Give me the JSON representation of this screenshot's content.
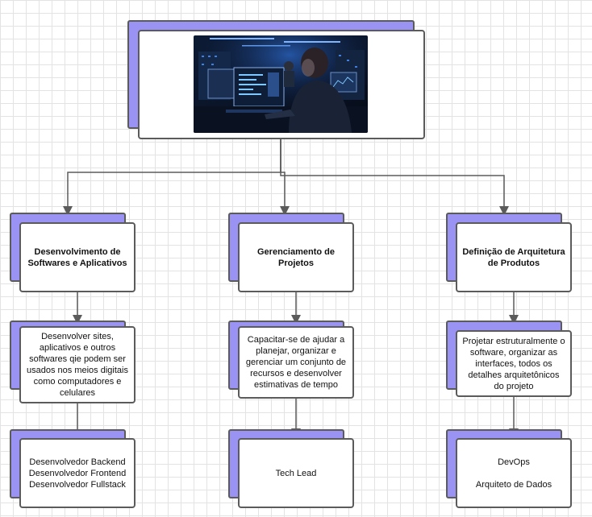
{
  "root": {
    "image_alt": "Developers working at computer monitors in a dark blue-lit office"
  },
  "columns": [
    {
      "title": "Desenvolvimento de Softwares e Aplicativos",
      "description": "Desenvolver sites, aplicativos e outros softwares qie podem ser usados nos meios digitais como computadores e celulares",
      "roles": [
        "Desenvolvedor Backend",
        "Desenvolvedor Frontend",
        "Desenvolvedor Fullstack"
      ]
    },
    {
      "title": "Gerenciamento de Projetos",
      "description": "Capacitar-se de ajudar a planejar, organizar e gerenciar um conjunto de recursos e desenvolver estimativas de tempo",
      "roles": [
        "Tech Lead"
      ]
    },
    {
      "title": "Definição de Arquitetura de Produtos",
      "description": "Projetar estruturalmente o software, organizar as interfaces, todos os detalhes arquitetônicos do projeto",
      "roles": [
        "DevOps",
        "Arquiteto de Dados"
      ]
    }
  ],
  "colors": {
    "shadow": "#9a93f3",
    "border": "#5b5b5b",
    "grid": "#e3e3e3",
    "connector": "#5b5b5b"
  }
}
